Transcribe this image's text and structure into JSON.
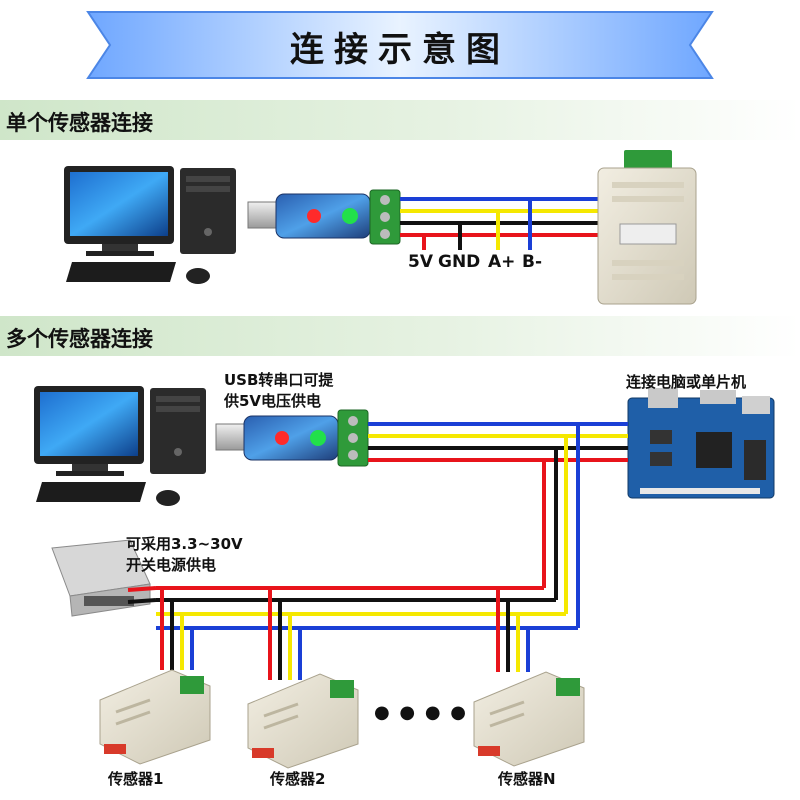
{
  "title": "连接示意图",
  "sections": {
    "single": {
      "title": "单个传感器连接"
    },
    "multi": {
      "title": "多个传感器连接"
    }
  },
  "pins": {
    "vcc": "5V",
    "gnd": "GND",
    "a": "A+",
    "b": "B-"
  },
  "notes": {
    "usb_line1": "USB转串口可提",
    "usb_line2": "供5V电压供电",
    "host": "连接电脑或单片机",
    "psu_line1": "可采用3.3~30V",
    "psu_line2": "开关电源供电"
  },
  "sensors": {
    "s1": "传感器1",
    "s2": "传感器2",
    "sn": "传感器N",
    "ellipsis": "● ● ● ●"
  },
  "colors": {
    "wire_red": "#e8141b",
    "wire_black": "#111111",
    "wire_yellow": "#f5e800",
    "wire_blue": "#1a3fd6",
    "terminal_green": "#2f9a3a",
    "section_bar": "#cfe6c9"
  }
}
